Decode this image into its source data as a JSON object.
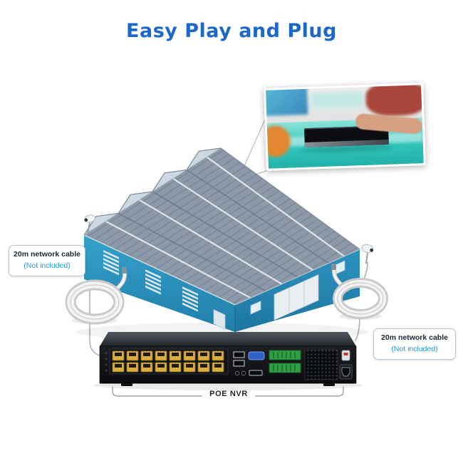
{
  "title": {
    "text": "Easy Play and Plug",
    "color": "#1b67ca"
  },
  "callouts": {
    "left_cable": {
      "line1": "20m network cable",
      "line2": "(Not included)"
    },
    "right_cable": {
      "line1": "20m network cable",
      "line2": "(Not included)"
    }
  },
  "nvr": {
    "label": "POE NVR",
    "ethernet_port_count": 16
  },
  "icons": {
    "left_camera": "security-camera-icon",
    "right_camera": "security-camera-icon",
    "left_coil": "cable-coil-icon",
    "right_coil": "cable-coil-icon"
  },
  "colors": {
    "title_blue": "#1b67ca",
    "not_included_teal": "#1f9ccc",
    "wall_blue": "#2a92bd",
    "roof_gray": "#8d99a8",
    "ethernet_yellow": "#d9ae3e",
    "terminal_green": "#2f9e44",
    "desk_teal": "#2fc4ba",
    "nvr_black": "#101114"
  }
}
